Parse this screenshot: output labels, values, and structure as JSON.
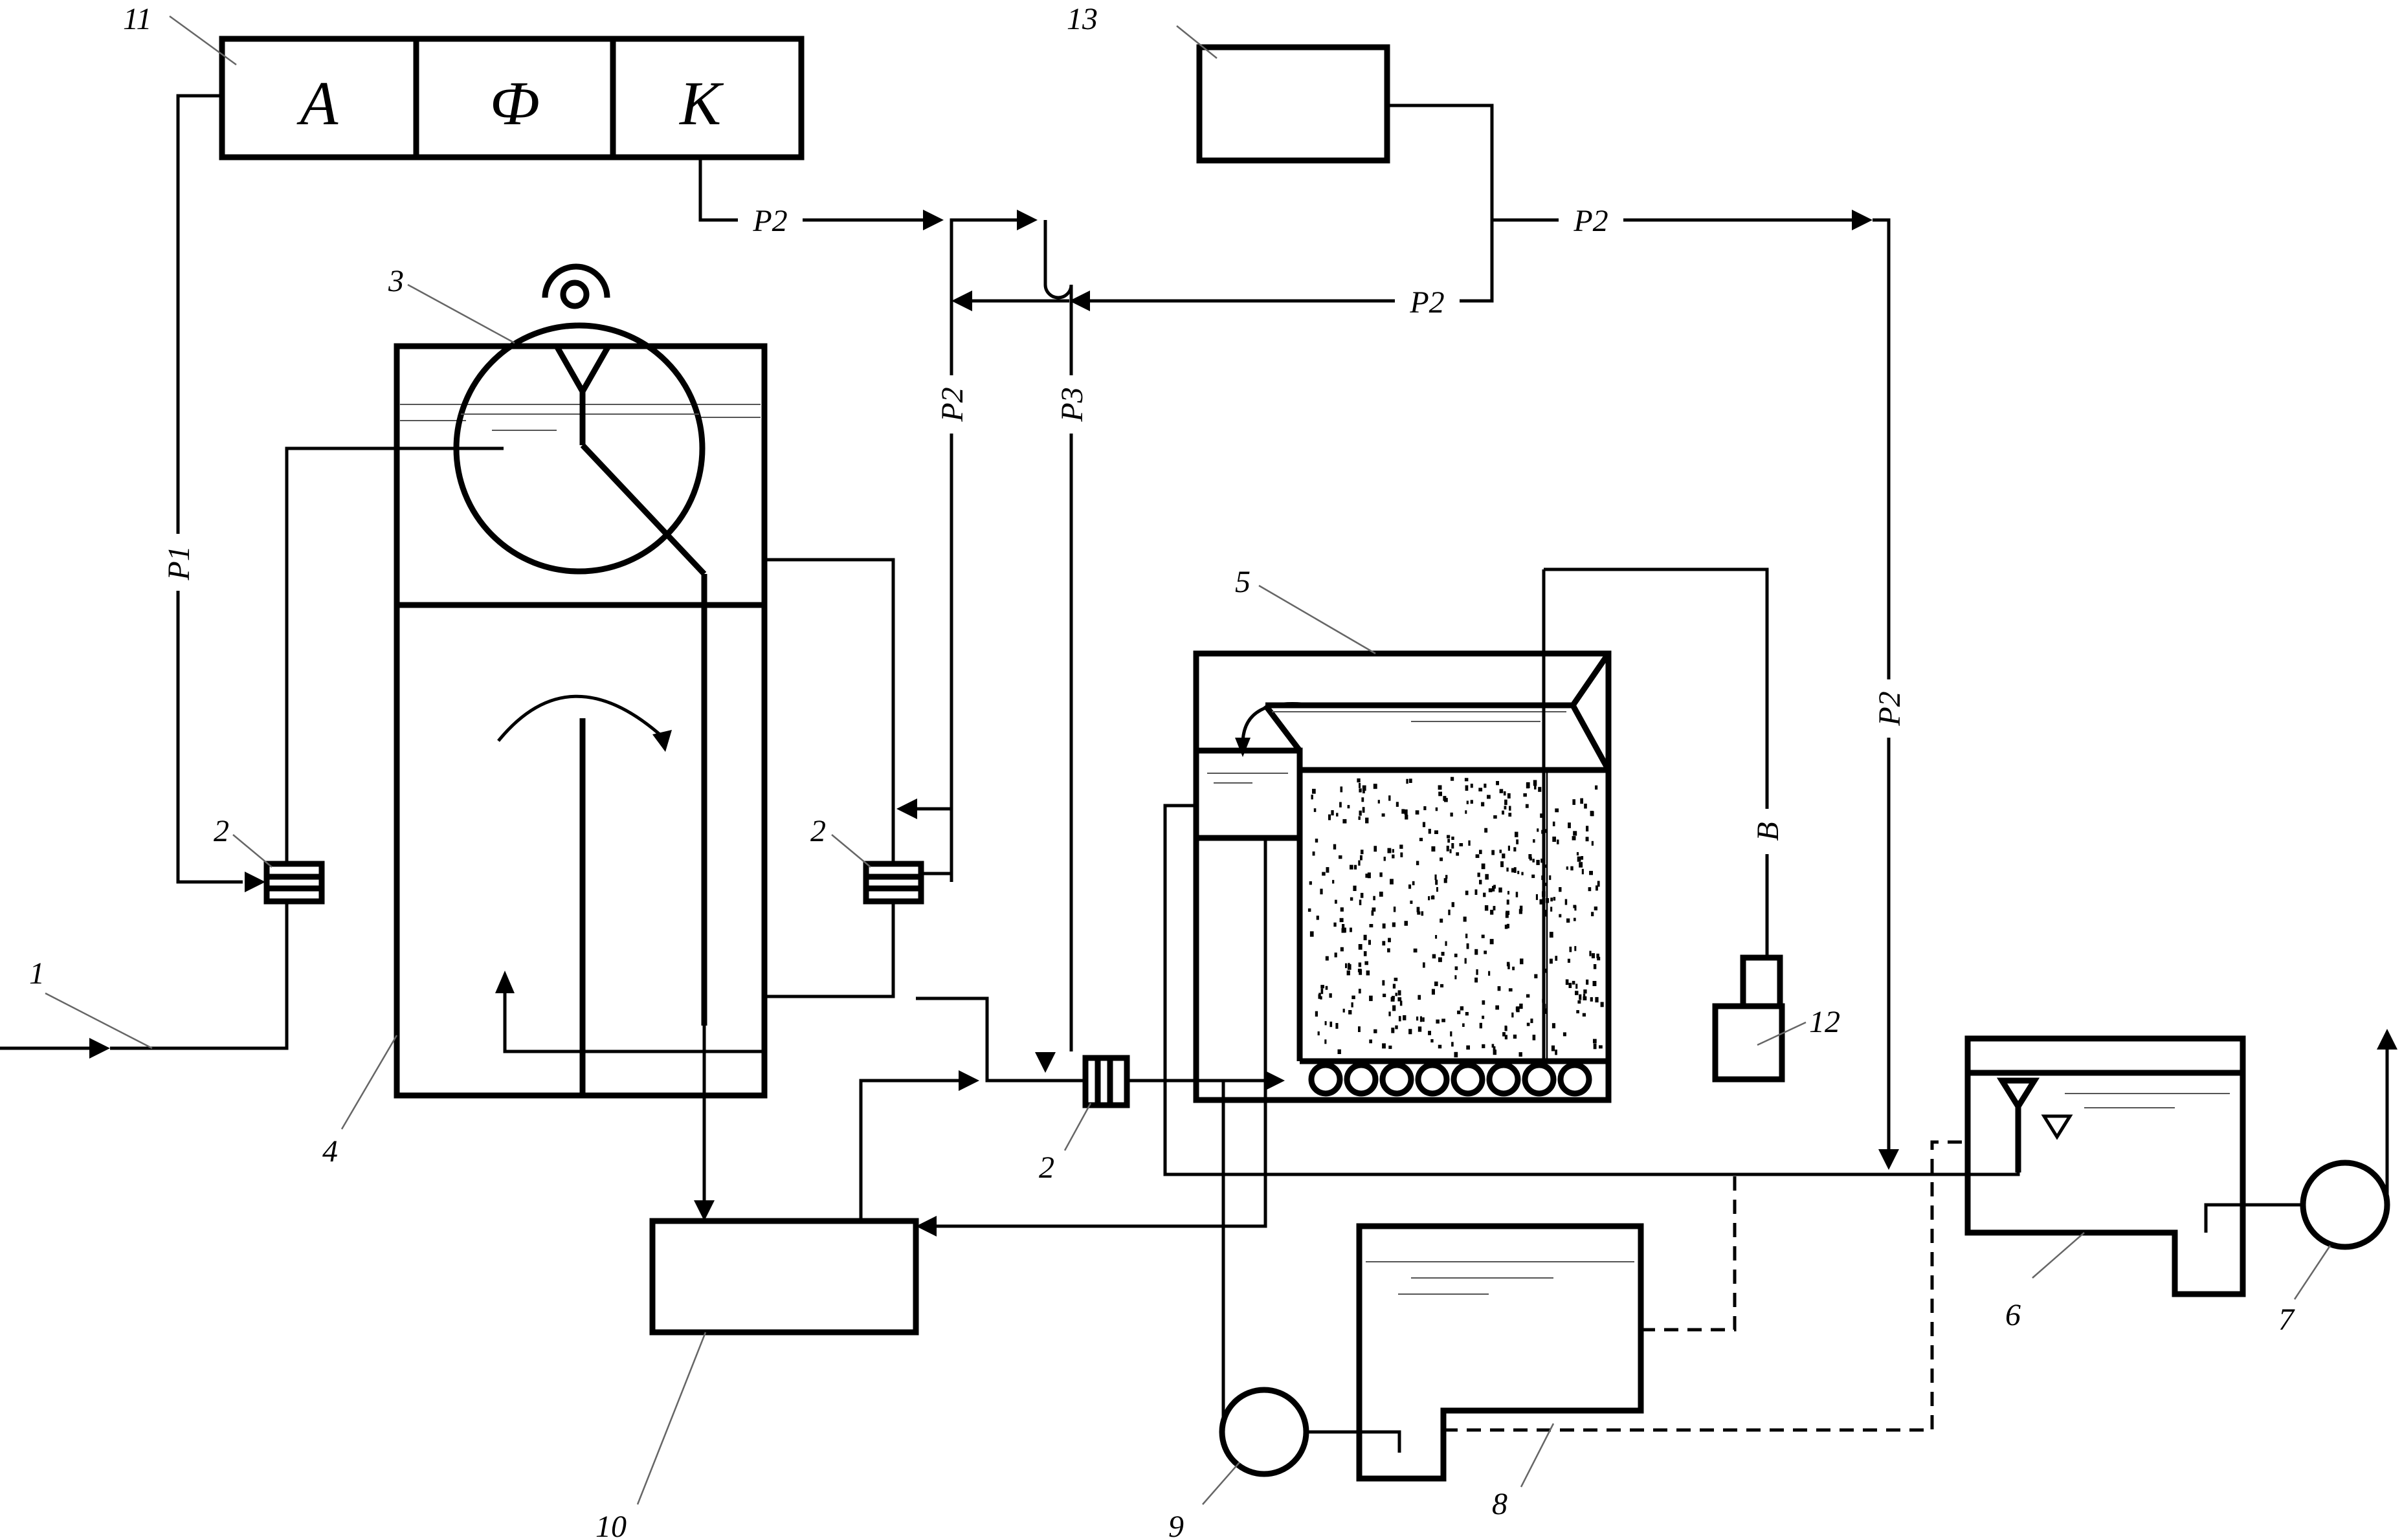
{
  "control_unit": {
    "cell_a": "А",
    "cell_f": "Ф",
    "cell_k": "К"
  },
  "lines": {
    "p1": "Р1",
    "p2": "Р2",
    "p3": "Р3",
    "b": "В"
  },
  "numbers": {
    "n1": "1",
    "n2": "2",
    "n3": "3",
    "n4": "4",
    "n5": "5",
    "n6": "6",
    "n7": "7",
    "n8": "8",
    "n9": "9",
    "n10": "10",
    "n11": "11",
    "n12": "12",
    "n13": "13"
  }
}
